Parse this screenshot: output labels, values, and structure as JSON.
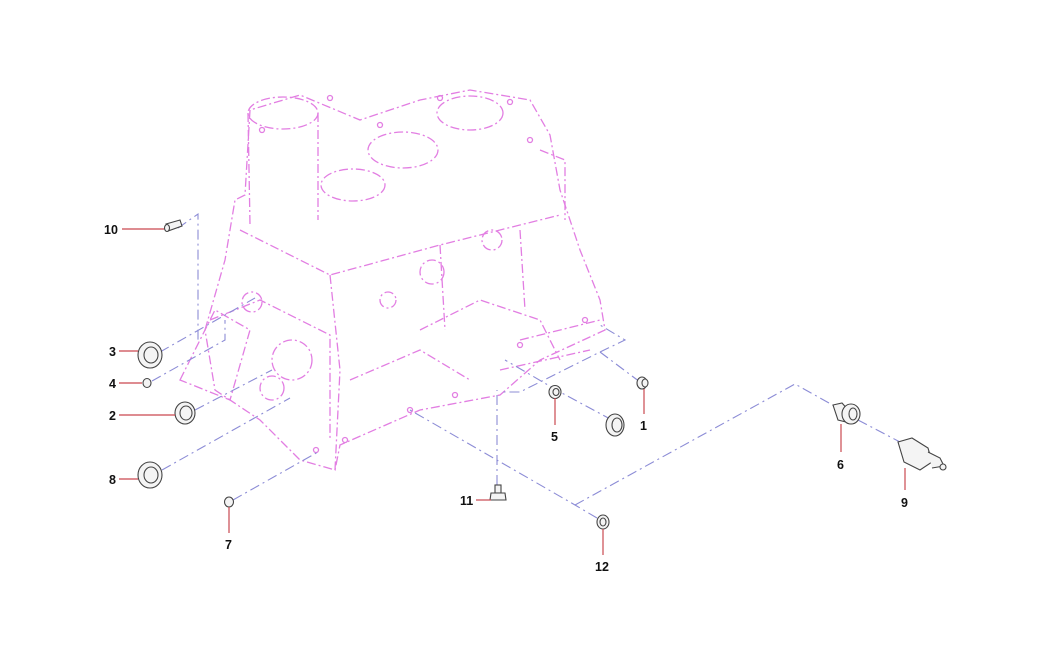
{
  "diagram": {
    "colors": {
      "block": "#e27ee2",
      "leader": "#8c8cd6",
      "callout_line": "#c9484f",
      "label": "#111111"
    },
    "callouts": [
      {
        "number": "1"
      },
      {
        "number": "2"
      },
      {
        "number": "3"
      },
      {
        "number": "4"
      },
      {
        "number": "5"
      },
      {
        "number": "6"
      },
      {
        "number": "7"
      },
      {
        "number": "8"
      },
      {
        "number": "9"
      },
      {
        "number": "10"
      },
      {
        "number": "11"
      },
      {
        "number": "12"
      }
    ]
  }
}
